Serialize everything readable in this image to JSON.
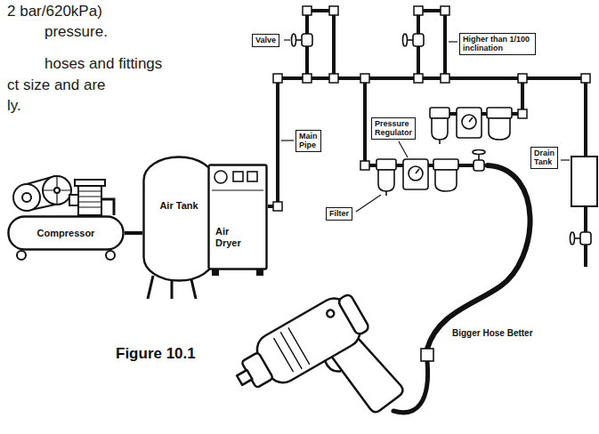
{
  "diagram": {
    "caption": "Figure 10.1",
    "nodes": [
      {
        "text": [
          "Valve"
        ]
      },
      {
        "text": [
          "Higher than 1/100 inclination"
        ]
      },
      {
        "text": [
          "Pressure Regulator"
        ]
      },
      {
        "text": [
          "Main Pipe"
        ]
      },
      {
        "text": [
          "Drain Tank"
        ]
      },
      {
        "text": [
          "Air Tank"
        ]
      },
      {
        "text": [
          "Compressor"
        ]
      },
      {
        "text": [
          "Air Dryer"
        ]
      },
      {
        "text": [
          "Filter"
        ]
      }
    ],
    "edges": [
      {
        "from": 6,
        "to": 5,
        "arrow": "none"
      },
      {
        "from": 5,
        "to": 7,
        "arrow": "none"
      }
    ],
    "labels": [
      "2 bar/620kPa)",
      "pressure.",
      "hoses and fittings",
      "ct size and are",
      "ly.",
      "Bigger Hose Better"
    ]
  }
}
